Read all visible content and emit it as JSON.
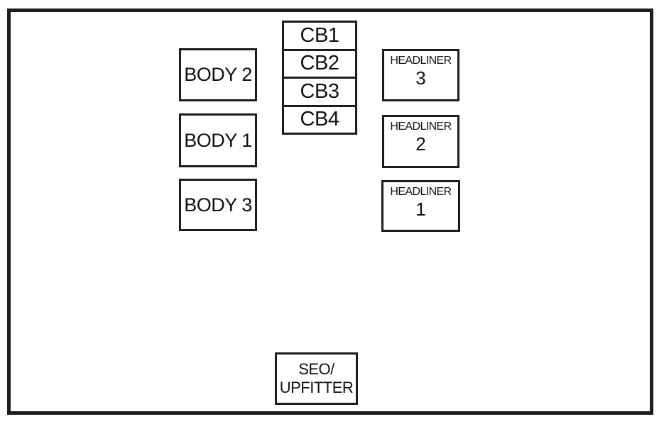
{
  "diagram": {
    "colors": {
      "background": "#ffffff",
      "line": "#1c1c1c"
    },
    "body_boxes": [
      {
        "label": "BODY 2"
      },
      {
        "label": "BODY 1"
      },
      {
        "label": "BODY 3"
      }
    ],
    "cb_stack": [
      {
        "label": "CB1"
      },
      {
        "label": "CB2"
      },
      {
        "label": "CB3"
      },
      {
        "label": "CB4"
      }
    ],
    "headliner_boxes": [
      {
        "title": "HEADLINER",
        "number": "3"
      },
      {
        "title": "HEADLINER",
        "number": "2"
      },
      {
        "title": "HEADLINER",
        "number": "1"
      }
    ],
    "seo_box": {
      "line1": "SEO/",
      "line2": "UPFITTER"
    }
  }
}
